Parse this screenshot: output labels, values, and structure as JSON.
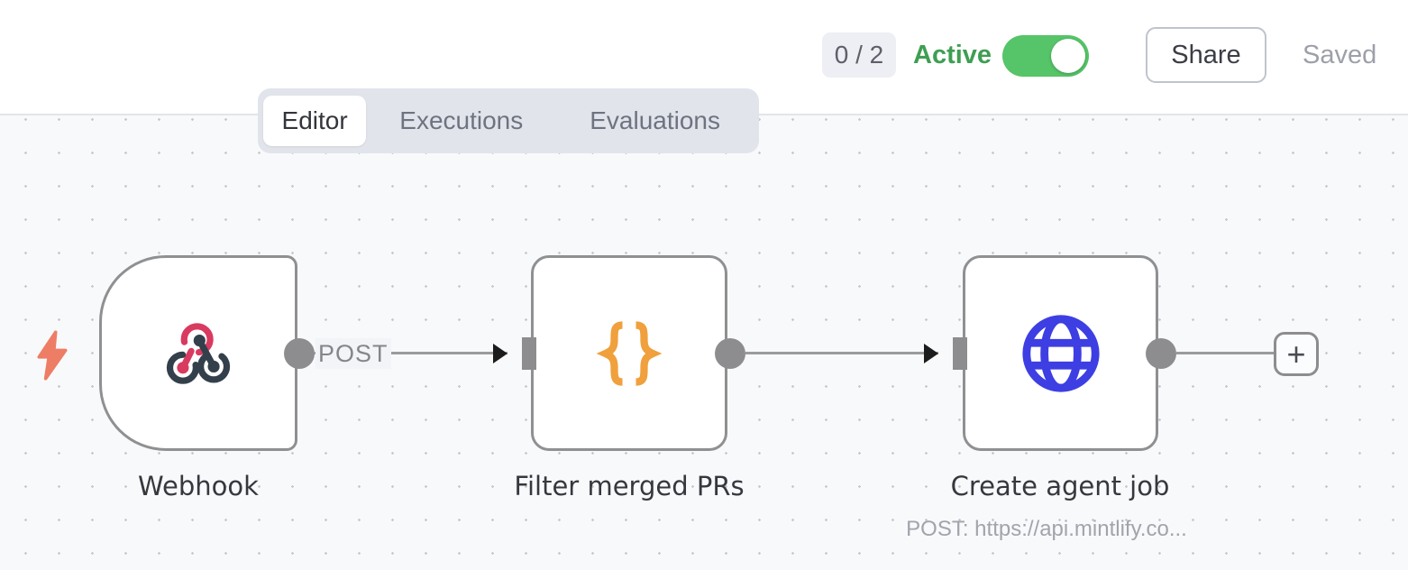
{
  "header": {
    "issues_badge": "0 / 2",
    "active_label": "Active",
    "active_state": "on",
    "share_label": "Share",
    "saved_label": "Saved"
  },
  "tabs": {
    "items": [
      {
        "label": "Editor",
        "active": true
      },
      {
        "label": "Executions",
        "active": false
      },
      {
        "label": "Evaluations",
        "active": false
      }
    ]
  },
  "canvas": {
    "nodes": [
      {
        "name": "Webhook",
        "type": "webhook-trigger",
        "icon": "webhook-icon",
        "shape": "rounded-left"
      },
      {
        "name": "Filter merged PRs",
        "type": "code",
        "icon": "code-braces-icon",
        "shape": "square"
      },
      {
        "name": "Create agent job",
        "type": "http-request",
        "icon": "globe-icon",
        "shape": "square",
        "subtitle": "POST: https://api.mintlify.co..."
      }
    ],
    "connections": [
      {
        "from": "Webhook",
        "to": "Filter merged PRs",
        "label": "POST"
      },
      {
        "from": "Filter merged PRs",
        "to": "Create agent job",
        "label": ""
      },
      {
        "from": "Create agent job",
        "to": "add-node-button",
        "label": ""
      }
    ],
    "add_button_label": "+"
  },
  "colors": {
    "toggle_on": "#56c468",
    "active_text": "#3f9e53",
    "webhook_pink": "#d93a60",
    "webhook_dark": "#33404b",
    "code_orange": "#f0a03c",
    "http_blue": "#3d3fe3",
    "bolt_coral": "#ee7d66",
    "node_border": "#8f9092",
    "canvas_bg": "#f8f9fb"
  }
}
